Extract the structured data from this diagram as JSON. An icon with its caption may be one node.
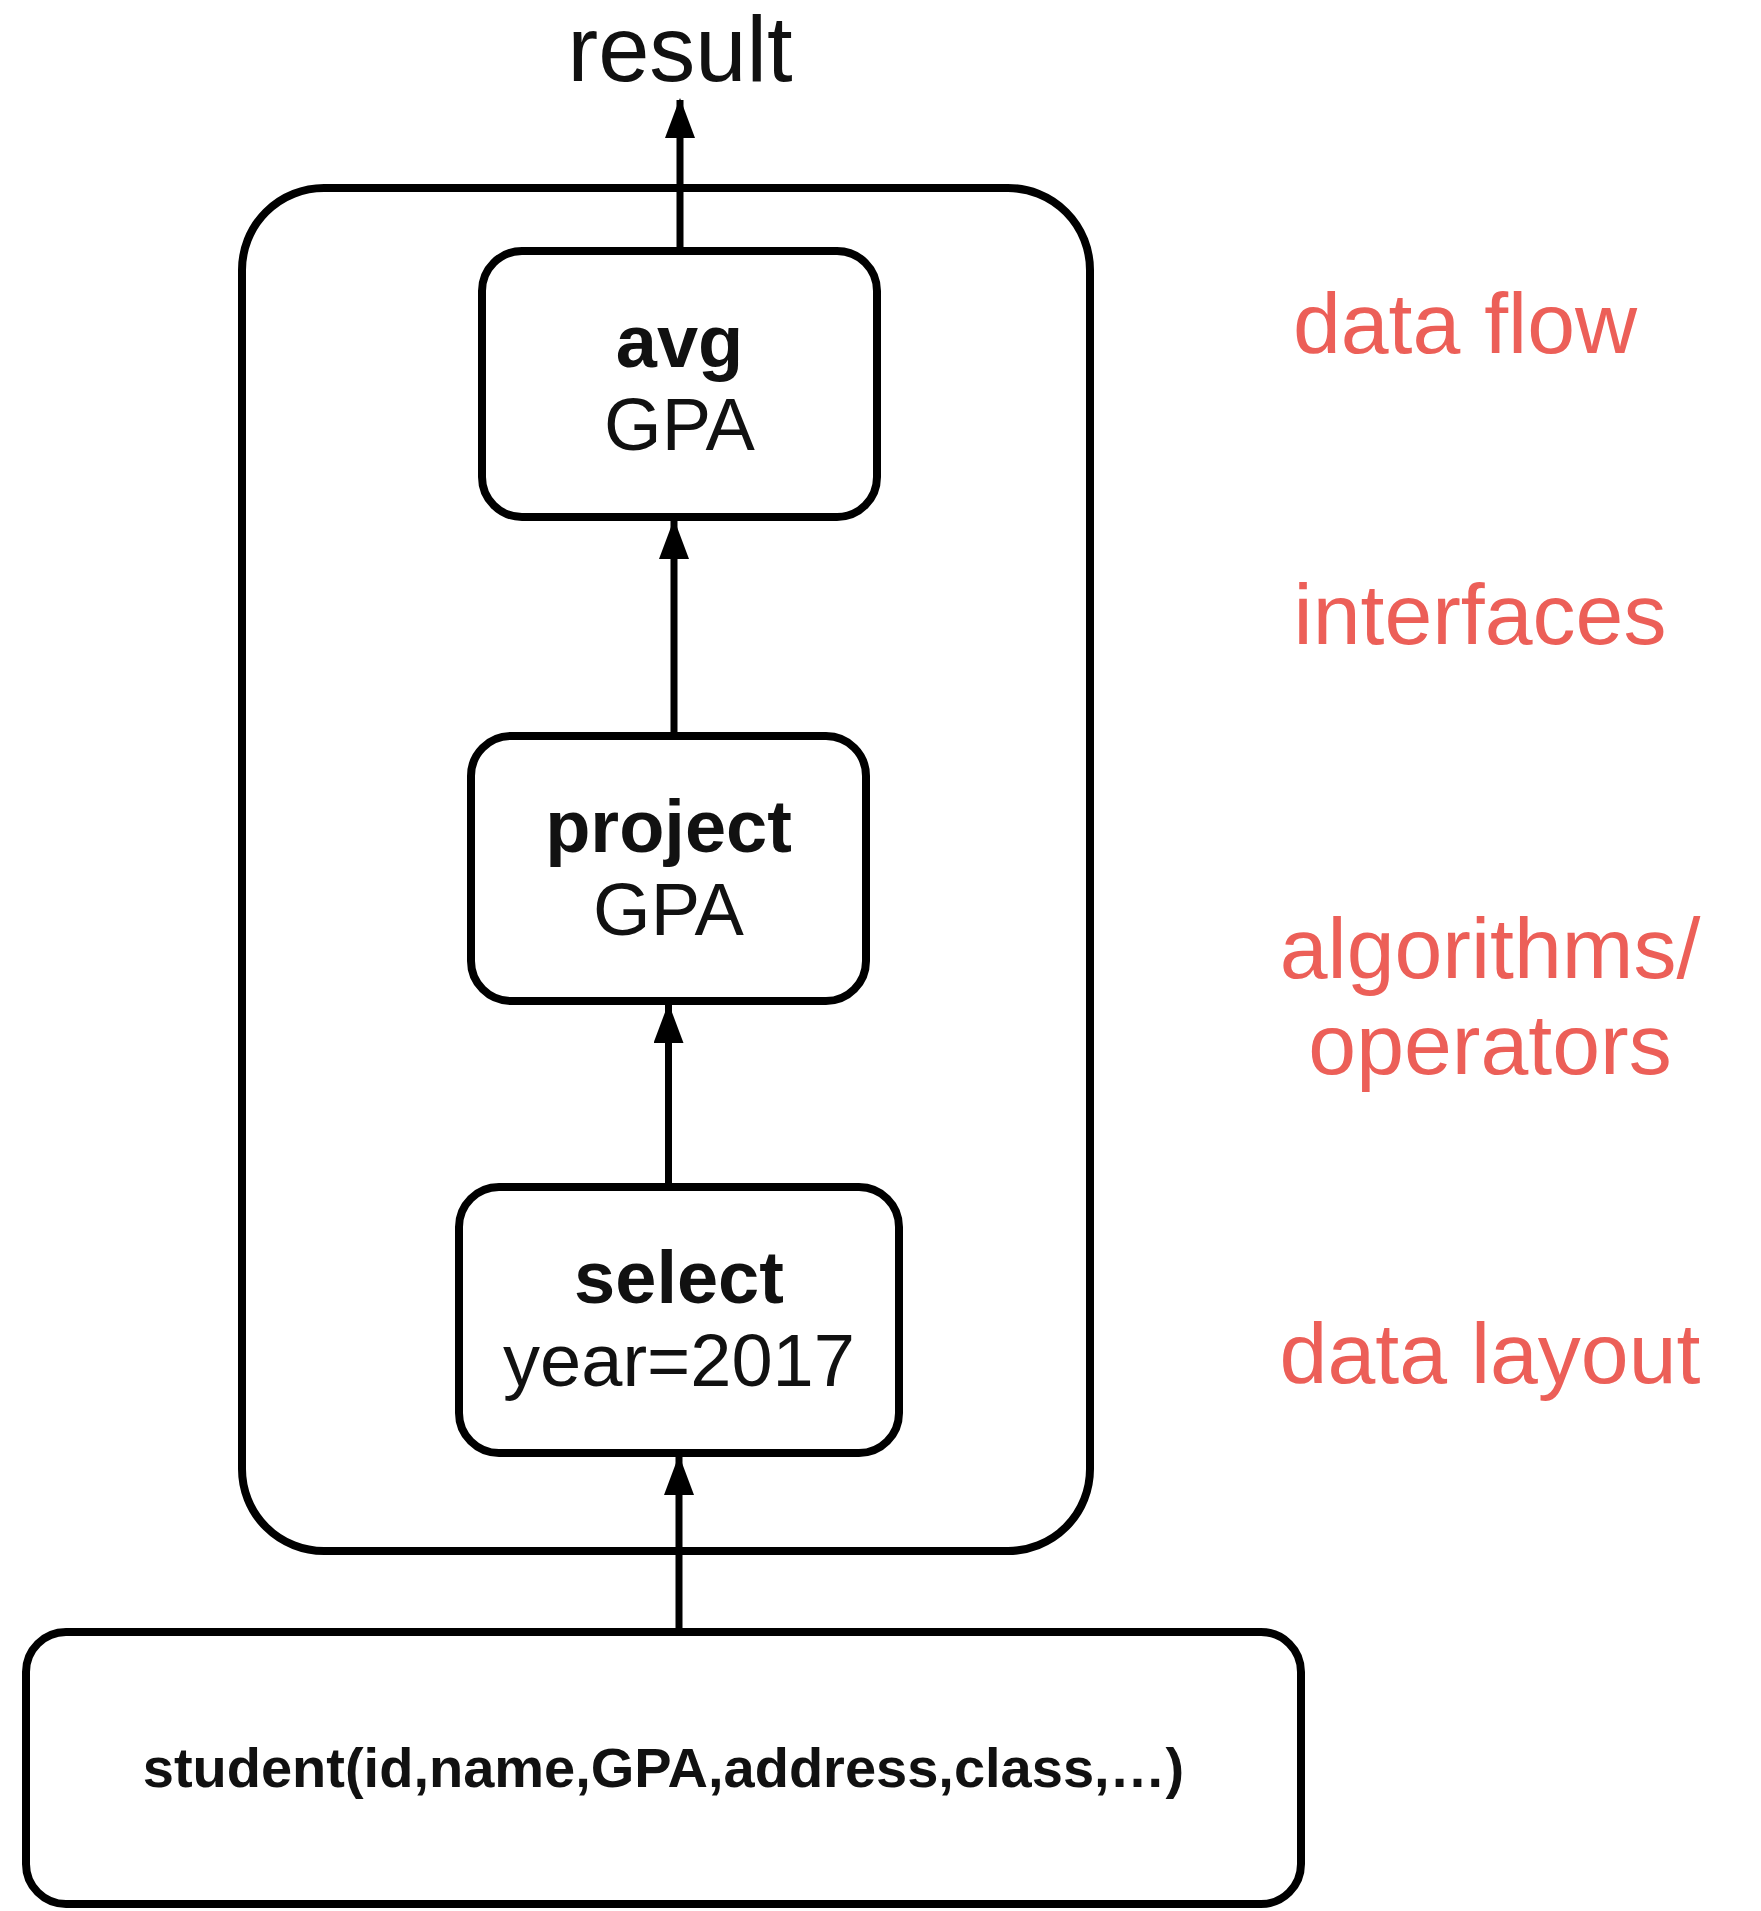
{
  "diagram": {
    "nodes": [
      {
        "text": [
          "result"
        ]
      },
      {
        "text": [],
        "shape": "box"
      },
      {
        "text": [
          "avg",
          "GPA"
        ],
        "in": 1
      },
      {
        "text": [
          "project",
          "GPA"
        ],
        "in": 1
      },
      {
        "text": [
          "select",
          "year=2017"
        ],
        "in": 1
      },
      {
        "text": [
          "student(id,name,GPA,address,class,…)"
        ]
      }
    ],
    "edges": [
      {
        "from": 2,
        "to": 0,
        "arrow": "to"
      },
      {
        "from": 3,
        "to": 2,
        "arrow": "to"
      },
      {
        "from": 4,
        "to": 3,
        "arrow": "to"
      },
      {
        "from": 5,
        "to": 4,
        "arrow": "to"
      }
    ],
    "labels": [
      "data flow",
      "interfaces",
      "algorithms/ operators",
      "data layout"
    ]
  }
}
